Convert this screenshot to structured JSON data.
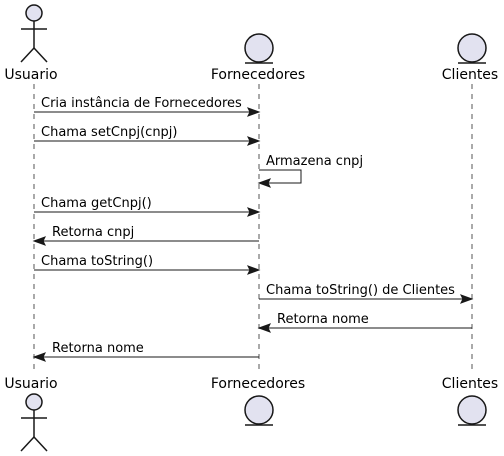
{
  "participants": [
    {
      "id": "usuario",
      "label": "Usuario",
      "kind": "actor",
      "icon": "actor-icon"
    },
    {
      "id": "fornecedores",
      "label": "Fornecedores",
      "kind": "entity",
      "icon": "entity-icon"
    },
    {
      "id": "clientes",
      "label": "Clientes",
      "kind": "entity",
      "icon": "entity-icon"
    }
  ],
  "messages": [
    {
      "from": "usuario",
      "to": "fornecedores",
      "label": "Cria instância de Fornecedores"
    },
    {
      "from": "usuario",
      "to": "fornecedores",
      "label": "Chama setCnpj(cnpj)"
    },
    {
      "from": "fornecedores",
      "to": "fornecedores",
      "label": "Armazena cnpj"
    },
    {
      "from": "usuario",
      "to": "fornecedores",
      "label": "Chama getCnpj()"
    },
    {
      "from": "fornecedores",
      "to": "usuario",
      "label": "Retorna cnpj"
    },
    {
      "from": "usuario",
      "to": "fornecedores",
      "label": "Chama toString()"
    },
    {
      "from": "fornecedores",
      "to": "clientes",
      "label": "Chama toString() de Clientes"
    },
    {
      "from": "clientes",
      "to": "fornecedores",
      "label": "Retorna nome"
    },
    {
      "from": "fornecedores",
      "to": "usuario",
      "label": "Retorna nome"
    }
  ],
  "colors": {
    "shape_fill": "#E2E2F0",
    "stroke": "#181818",
    "lifeline": "#555555"
  }
}
